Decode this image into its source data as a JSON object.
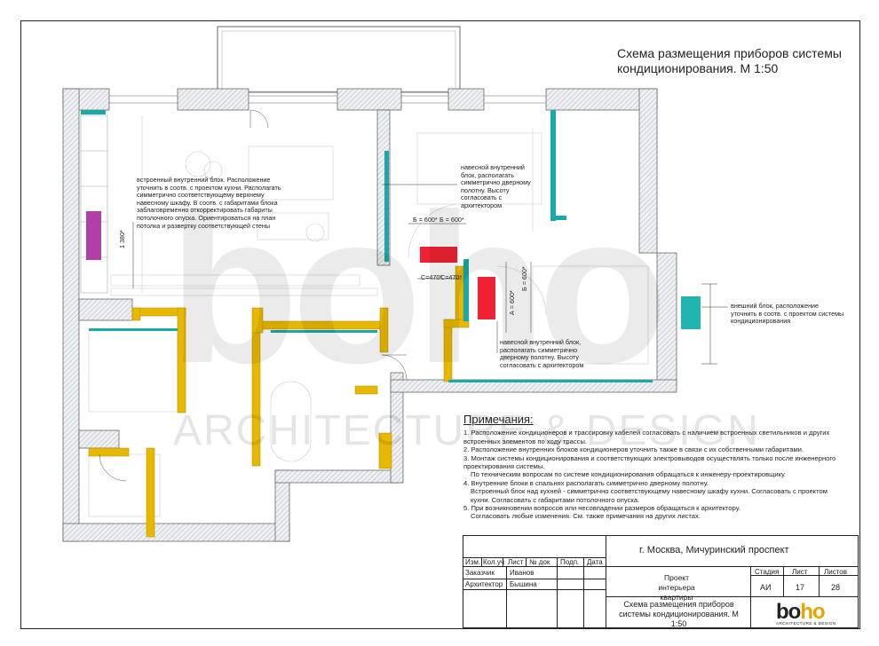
{
  "sheet_title": "Схема размещения приборов системы кондиционирования. М 1:50",
  "callouts": {
    "wall_unit_bedroom1": "навесной внутренний блок, располагать симметрично дверному полотну. Высоту согласовать с архитектором",
    "wall_unit_bedroom2": "навесной внутренний блок, располагать симметрично дверному полотну. Высоту согласовать с архитектором",
    "outdoor_unit": "внешний блок, расположение уточнить в соотв. с проектом системы кондиционирования",
    "builtin_unit": "встроенный внутренний блок. Расположение уточнить в соотв. с проектом кухни. Располагать симметрично соответствующему верхнему навесному шкафу. В соотв. с габаритами блока заблаговременно откорректировать габариты потолочного опуска. Ориентироваться на план потолка и развертку соответствующей стены"
  },
  "dimensions": {
    "b600_a": "Б = 600*",
    "b600_b": "Б = 600*",
    "c470_a": "С=470*",
    "c470_b": "С=470*",
    "d1380": "1 380*",
    "a600": "А = 600*",
    "b600_c": "Б = 600*"
  },
  "notes": {
    "heading": "Примечания:",
    "items": [
      "1. Расположение кондиционеров и трассировку кабелей согласовать с наличием встроенных светильников и других встроенных элементов по ходу трассы.",
      "2. Расположение внутренних блоков кондиционеров уточнить также в связи с их собственными габаритами.",
      "3. Монтаж системы кондиционирования и соответствующих электровыводов осуществлять только после инженерного проектирования системы.",
      "По техническим вопросам по системе кондиционирования обращаться к инженеру-проектировщику.",
      "4. Внутренние блоки в спальнях располагать симметрично дверному полотну.",
      "Встроенный блок над кухней - симметрично соответствующему навесному шкафу кухни. Согласовать с проектом кухни. Согласовать с габаритами потолочного опуска.",
      "5. При возникновении вопросов или несовпадении размеров обращаться к архитектору.",
      "Согласовать любые изменения. См. также примечания на других листах."
    ]
  },
  "titleblock": {
    "address": "г. Москва, Мичуринский проспект",
    "project": "Проект интерьера квартиры",
    "drawing": "Схема размещения приборов системы кондиционирования. М 1:50",
    "cols": [
      "Изм.",
      "Кол.уч",
      "Лист",
      "№ док",
      "Подп.",
      "Дата"
    ],
    "customer_label": "Заказчик",
    "customer": "Иванов",
    "architect_label": "Архитектор",
    "architect": "Бышина",
    "stage_label": "Стадия",
    "stage": "АИ",
    "sheet_label": "Лист",
    "sheet": "17",
    "sheets_label": "Листов",
    "sheets": "28"
  },
  "logo": {
    "part1": "bo",
    "part2": "ho",
    "tagline": "ARCHITECTURE & DESIGN"
  },
  "watermark": {
    "big": "boho",
    "small": "ARCHITECTURE & DESIGN"
  },
  "colors": {
    "wall": "#e8eaee",
    "partition": "#e8b800",
    "window": "#1aa8a8",
    "ac_wall_unit": "#ee2233",
    "ac_builtin": "#b040a8",
    "ac_outdoor": "#22b4b0"
  }
}
